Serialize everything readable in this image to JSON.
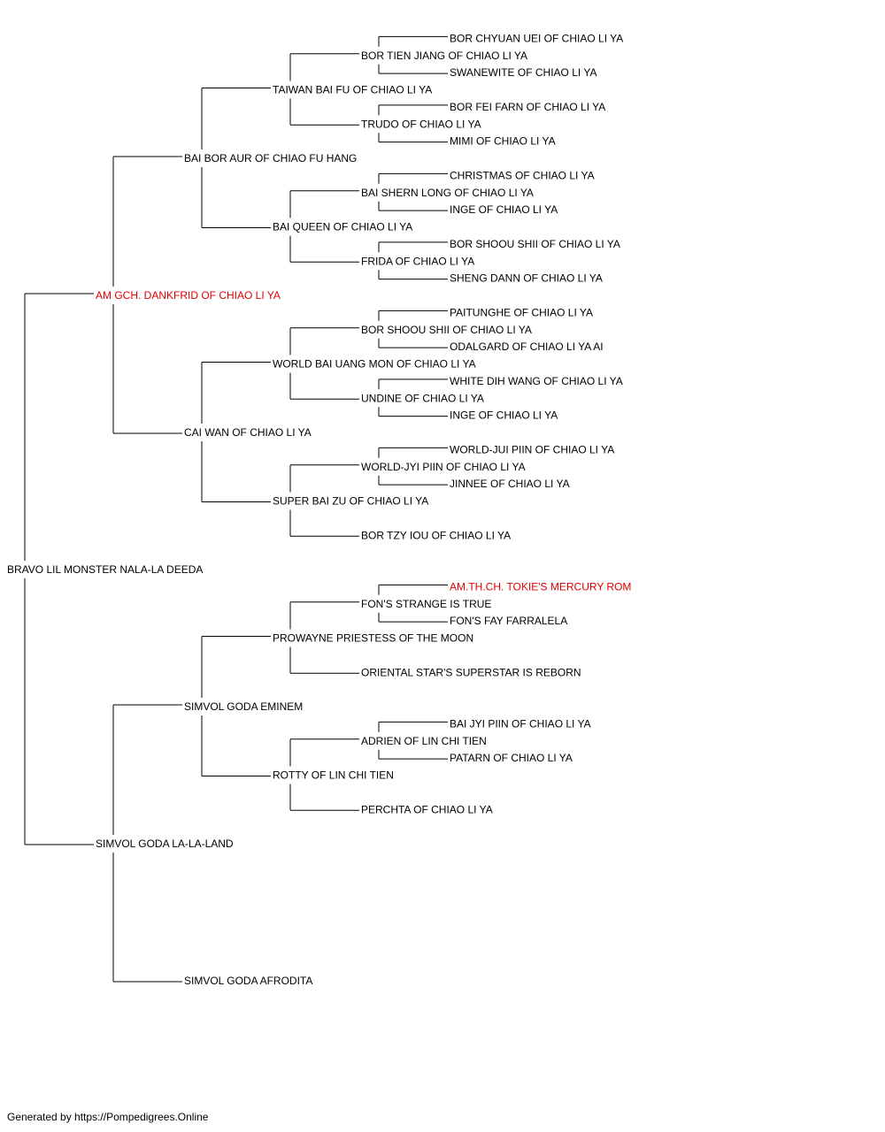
{
  "colors": {
    "default": "#000000",
    "highlight": "#e00000"
  },
  "pedigree": {
    "name": "BRAVO LIL MONSTER NALA-LA DEEDA",
    "sire": {
      "name": "AM GCH. DANKFRID OF CHIAO LI YA",
      "highlight": true,
      "sire": {
        "name": "BAI BOR AUR OF CHIAO FU HANG",
        "sire": {
          "name": "TAIWAN BAI FU OF CHIAO LI YA",
          "sire": {
            "name": "BOR TIEN JIANG OF CHIAO LI YA",
            "sire": {
              "name": "BOR CHYUAN UEI OF CHIAO LI YA"
            },
            "dam": {
              "name": "SWANEWITE OF CHIAO LI YA"
            }
          },
          "dam": {
            "name": "TRUDO OF CHIAO LI YA",
            "sire": {
              "name": "BOR FEI FARN OF CHIAO LI YA"
            },
            "dam": {
              "name": "MIMI OF CHIAO LI YA"
            }
          }
        },
        "dam": {
          "name": "BAI QUEEN OF CHIAO LI YA",
          "sire": {
            "name": "BAI SHERN LONG OF CHIAO LI YA",
            "sire": {
              "name": "CHRISTMAS OF CHIAO LI YA"
            },
            "dam": {
              "name": "INGE OF CHIAO LI YA"
            }
          },
          "dam": {
            "name": "FRIDA OF CHIAO LI YA",
            "sire": {
              "name": "BOR SHOOU SHII OF CHIAO LI YA"
            },
            "dam": {
              "name": "SHENG DANN OF CHIAO LI YA"
            }
          }
        }
      },
      "dam": {
        "name": "CAI WAN OF CHIAO LI YA",
        "sire": {
          "name": "WORLD BAI UANG MON OF CHIAO LI YA",
          "sire": {
            "name": "BOR SHOOU SHII OF CHIAO LI YA",
            "sire": {
              "name": "PAITUNGHE OF CHIAO LI YA"
            },
            "dam": {
              "name": "ODALGARD OF CHIAO LI YA AI"
            }
          },
          "dam": {
            "name": "UNDINE OF CHIAO LI YA",
            "sire": {
              "name": "WHITE DIH WANG OF CHIAO LI YA"
            },
            "dam": {
              "name": "INGE OF CHIAO LI YA"
            }
          }
        },
        "dam": {
          "name": "SUPER BAI ZU OF CHIAO LI YA",
          "sire": {
            "name": "WORLD-JYI PIIN OF CHIAO LI YA",
            "sire": {
              "name": "WORLD-JUI PIIN OF CHIAO LI YA"
            },
            "dam": {
              "name": "JINNEE OF CHIAO LI YA"
            }
          },
          "dam": {
            "name": "BOR TZY IOU OF CHIAO LI YA"
          }
        }
      }
    },
    "dam": {
      "name": "SIMVOL GODA LA-LA-LAND",
      "sire": {
        "name": "SIMVOL GODA EMINEM",
        "sire": {
          "name": "PROWAYNE PRIESTESS OF THE MOON",
          "sire": {
            "name": "FON'S STRANGE IS TRUE",
            "sire": {
              "name": "AM.TH.CH. TOKIE'S MERCURY ROM",
              "highlight": true
            },
            "dam": {
              "name": "FON'S FAY FARRALELA"
            }
          },
          "dam": {
            "name": "ORIENTAL STAR'S SUPERSTAR IS REBORN"
          }
        },
        "dam": {
          "name": "ROTTY OF LIN CHI TIEN",
          "sire": {
            "name": "ADRIEN OF LIN CHI TIEN",
            "sire": {
              "name": "BAI JYI PIIN OF CHIAO LI YA"
            },
            "dam": {
              "name": "PATARN OF CHIAO LI YA"
            }
          },
          "dam": {
            "name": "PERCHTA OF CHIAO LI YA"
          }
        }
      },
      "dam": {
        "name": "SIMVOL GODA AFRODITA"
      }
    }
  },
  "footer": "Generated by https://Pompedigrees.Online"
}
